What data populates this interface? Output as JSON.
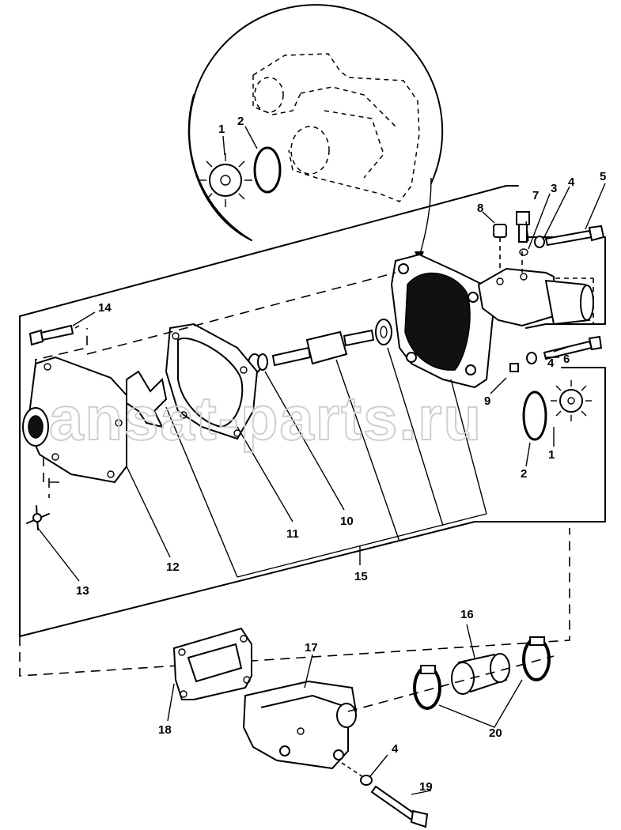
{
  "diagram": {
    "callouts": [
      "1",
      "2",
      "3",
      "4",
      "5",
      "6",
      "7",
      "8",
      "9",
      "10",
      "11",
      "12",
      "13",
      "14",
      "15",
      "16",
      "17",
      "18",
      "19",
      "20"
    ],
    "callout_repeats": {
      "detail_1": "1",
      "detail_2": "2",
      "side_1": "1",
      "side_2": "2",
      "side_4": "4",
      "bottom_4": "4"
    }
  },
  "watermark": "ansat-parts.ru"
}
